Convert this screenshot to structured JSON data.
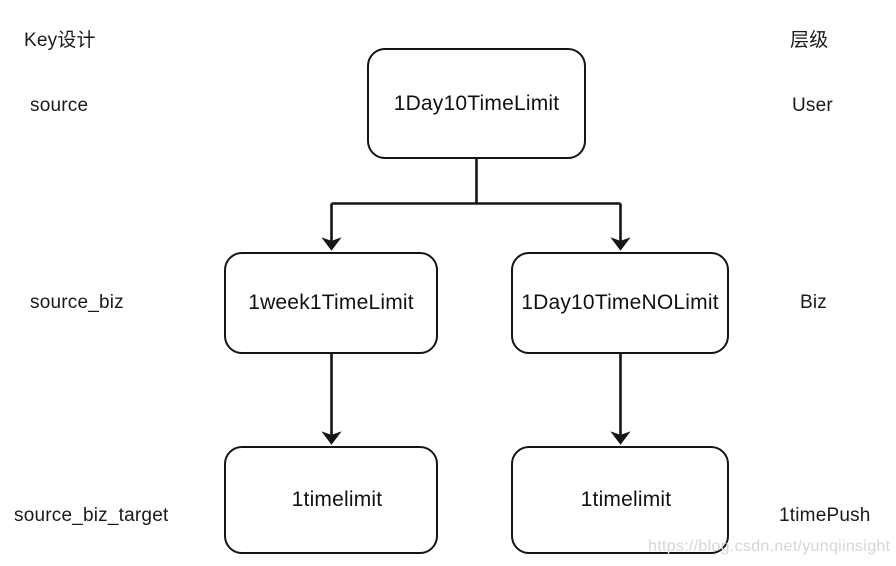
{
  "diagram": {
    "type": "flowchart",
    "title_row": {
      "left": "Key设计",
      "right": "层级"
    },
    "rows": [
      {
        "left_label": "source",
        "right_label": "User",
        "nodes": [
          {
            "label": "1Day10TimeLimit"
          }
        ]
      },
      {
        "left_label": "source_biz",
        "right_label": "Biz",
        "nodes": [
          {
            "label": "1week1TimeLimit"
          },
          {
            "label": "1Day10TimeNOLimit"
          }
        ]
      },
      {
        "left_label": "source_biz_target",
        "right_label": "1timePush",
        "nodes": [
          {
            "label": "1timelimit"
          },
          {
            "label": "1timelimit"
          }
        ]
      }
    ],
    "edges": [
      {
        "from": "1Day10TimeLimit",
        "to": "1week1TimeLimit",
        "style": "orthogonal-fork",
        "arrow": true
      },
      {
        "from": "1Day10TimeLimit",
        "to": "1Day10TimeNOLimit",
        "style": "orthogonal-fork",
        "arrow": true
      },
      {
        "from": "1week1TimeLimit",
        "to": "1timelimit",
        "style": "straight-vertical",
        "arrow": true
      },
      {
        "from": "1Day10TimeNOLimit",
        "to": "1timelimit",
        "style": "straight-vertical",
        "arrow": true
      }
    ],
    "colors": {
      "background": "#ffffff",
      "node_border": "#151515",
      "node_fill": "#ffffff",
      "text": "#111111",
      "edge": "#151515",
      "watermark": "#d6d6d6"
    },
    "watermark": "https://blog.csdn.net/yunqiinsight"
  }
}
